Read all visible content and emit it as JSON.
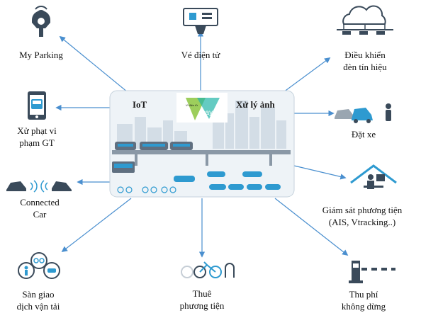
{
  "center": {
    "left_label": "IoT",
    "right_label": "Xử lý ảnh",
    "logo_text": "pay",
    "logo_small_text": "Vi điện tử"
  },
  "nodes": [
    {
      "id": "my-parking",
      "lines": [
        "My Parking"
      ],
      "icon": "parking-meter-icon"
    },
    {
      "id": "ve-dien-tu",
      "lines": [
        "Vé điện tử"
      ],
      "icon": "e-ticket-icon"
    },
    {
      "id": "dieu-khien-den",
      "lines": [
        "Điều khiển",
        "đèn tín hiệu"
      ],
      "icon": "cloud-traffic-light-icon"
    },
    {
      "id": "xu-phat",
      "lines": [
        "Xử phạt vi",
        "phạm GT"
      ],
      "icon": "phone-bus-icon"
    },
    {
      "id": "dat-xe",
      "lines": [
        "Đặt xe"
      ],
      "icon": "car-booking-icon"
    },
    {
      "id": "connected-car",
      "lines": [
        "Connected",
        "Car"
      ],
      "icon": "connected-car-icon"
    },
    {
      "id": "giam-sat",
      "lines": [
        "Giám sát phương tiện",
        "(AIS, Vtracking..)"
      ],
      "icon": "home-monitor-icon"
    },
    {
      "id": "san-giao-dich",
      "lines": [
        "Sàn giao",
        "dịch vận tải"
      ],
      "icon": "transport-exchange-icon"
    },
    {
      "id": "thue-phuong-tien",
      "lines": [
        "Thuê",
        "phương tiện"
      ],
      "icon": "bicycle-rental-icon"
    },
    {
      "id": "thu-phi",
      "lines": [
        "Thu phí",
        "không dừng"
      ],
      "icon": "toll-gate-icon"
    }
  ],
  "colors": {
    "arrow": "#4a8fcf",
    "icon_dark": "#3a4a5a",
    "icon_blue": "#2e9ad0",
    "center_bg": "#eef3f7",
    "skyline": "#d3dde6",
    "logo_green": "#8cc63f"
  }
}
